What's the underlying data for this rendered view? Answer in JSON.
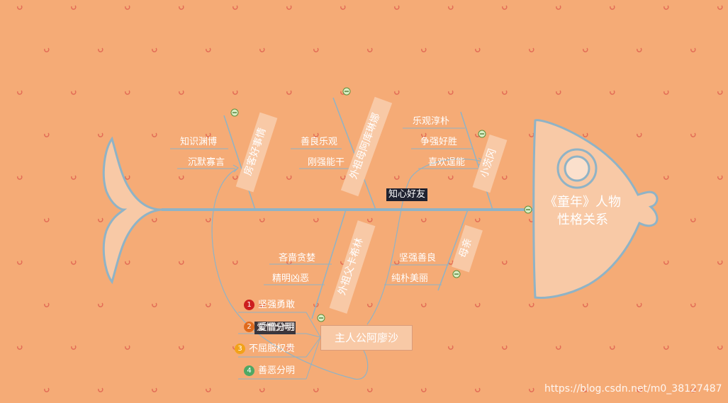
{
  "title_line1": "《童年》人物",
  "title_line2": "性格关系",
  "center_node": "主人公阿廖沙",
  "branches": {
    "b1": {
      "label": "房客好事情",
      "items": [
        "知识渊博",
        "沉默寡言"
      ]
    },
    "b2": {
      "label": "外祖母阿库琳娜",
      "items": [
        "善良乐观",
        "刚强能干"
      ]
    },
    "b3": {
      "label": "小茨冈",
      "items": [
        "乐观淳朴",
        "争强好胜",
        "喜欢逞能"
      ]
    },
    "b4": {
      "label": "外祖父卡希林",
      "items": [
        "吝啬贪婪",
        "精明凶恶"
      ]
    },
    "b5": {
      "label": "母亲",
      "items": [
        "坚强善良",
        "纯朴美丽"
      ]
    }
  },
  "relation_tags": {
    "friend": "知心好友",
    "overlap": "爱憎分明"
  },
  "traits": [
    {
      "num": "1",
      "text": "坚强勇敢",
      "color": "#cc1f1f"
    },
    {
      "num": "2",
      "text": "爱憎分明",
      "color": "#e06a1c"
    },
    {
      "num": "3",
      "text": "不屈服权贵",
      "color": "#f2a21a"
    },
    {
      "num": "4",
      "text": "善恶分明",
      "color": "#4fa864"
    }
  ],
  "watermark": "https://blog.csdn.net/m0_38127487",
  "colors": {
    "background": "#f5ab76",
    "fish": "#f8c9a6",
    "line": "#8fb3c6",
    "collapse": "#9cc86a"
  }
}
